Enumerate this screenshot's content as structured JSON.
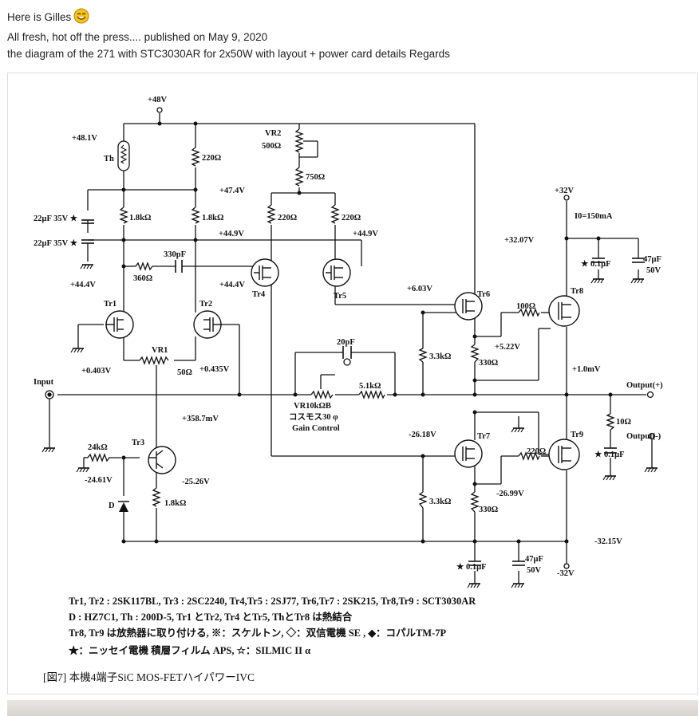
{
  "post": {
    "line1": "Here is Gilles",
    "line2": "All fresh, hot off the press.... published on May 9, 2020",
    "line3": "the diagram of the 271 with STC3030AR for 2x50W with layout + power card details Regards",
    "emoji_icon": "smiley-icon"
  },
  "diagram": {
    "labels": {
      "vplus48": "+48V",
      "v48_1": "+48.1V",
      "th": "Th",
      "r220_top": "220Ω",
      "v47_4": "+47.4V",
      "cap22_a": "22μF 35V ★",
      "cap22_b": "22μF 35V ★",
      "r1k8_a": "1.8kΩ",
      "r1k8_b": "1.8kΩ",
      "c330p": "330pF",
      "r360": "360Ω",
      "v44_4a": "+44.4V",
      "v44_4b": "+44.4V",
      "tr1": "Tr1",
      "tr2": "Tr2",
      "tr3": "Tr3",
      "tr4": "Tr4",
      "tr5": "Tr5",
      "tr6": "Tr6",
      "tr7": "Tr7",
      "tr8": "Tr8",
      "tr9": "Tr9",
      "vr1": "VR1",
      "r50": "50Ω",
      "v0_403": "+0.403V",
      "v0_435": "+0.435V",
      "input": "Input",
      "vr2": "VR2",
      "r500": "500Ω",
      "r750": "750Ω",
      "r220_c": "220Ω",
      "r220_d": "220Ω",
      "v44_9a": "+44.9V",
      "v44_9b": "+44.9V",
      "c20p": "20pF",
      "vr10k": "VR10kΩB",
      "cosmos": "コスモス30 φ",
      "gain": "Gain Control",
      "r5k1": "5.1kΩ",
      "v358": "+358.7mV",
      "r24k": "24kΩ",
      "v24_61": "-24.61V",
      "v25_26": "-25.26V",
      "diode_d": "D",
      "r1k8_c": "1.8kΩ",
      "v6_03": "+6.03V",
      "r3k3_a": "3.3kΩ",
      "r330_a": "330Ω",
      "r100": "100Ω",
      "v5_22": "+5.22V",
      "v32": "+32V",
      "i0": "I0=150mA",
      "v32_07": "+32.07V",
      "c0_1a": "★ 0.1μF",
      "c47a": "47μF",
      "c50a": "50V",
      "v1_0m": "+1.0mV",
      "out_plus": "Output(+)",
      "r10": "10Ω",
      "out_minus": "Output(-)",
      "c0_1b": "★ 0.1μF",
      "v26_18": "-26.18V",
      "r220_e": "220Ω",
      "v26_99": "-26.99V",
      "r3k3_b": "3.3kΩ",
      "r330_b": "330Ω",
      "v32_15": "-32.15V",
      "c0_1c": "★ 0.1μF",
      "c47b": "47μF",
      "c50b": "50V",
      "vminus32": "-32V"
    },
    "notes": [
      "Tr1, Tr2 : 2SK117BL, Tr3 : 2SC2240, Tr4,Tr5 : 2SJ77, Tr6,Tr7 : 2SK215, Tr8,Tr9 : SCT3030AR",
      "D : HZ7C1, Th : 200D-5, Tr1 とTr2, Tr4 とTr5, ThとTr8 は熱結合",
      "Tr8, Tr9 は放熱器に取り付ける, ※：スケルトン, ◇：双信電機 SE , ◆：コパルTM-7P",
      "★：ニッセイ電機 積層フィルム APS, ☆：SILMIC II α"
    ],
    "figure_title": "[図7] 本機4端子SiC MOS-FETハイパワーIVC"
  },
  "colors": {
    "accent_orange": "#e0861c",
    "line": "#111111"
  }
}
